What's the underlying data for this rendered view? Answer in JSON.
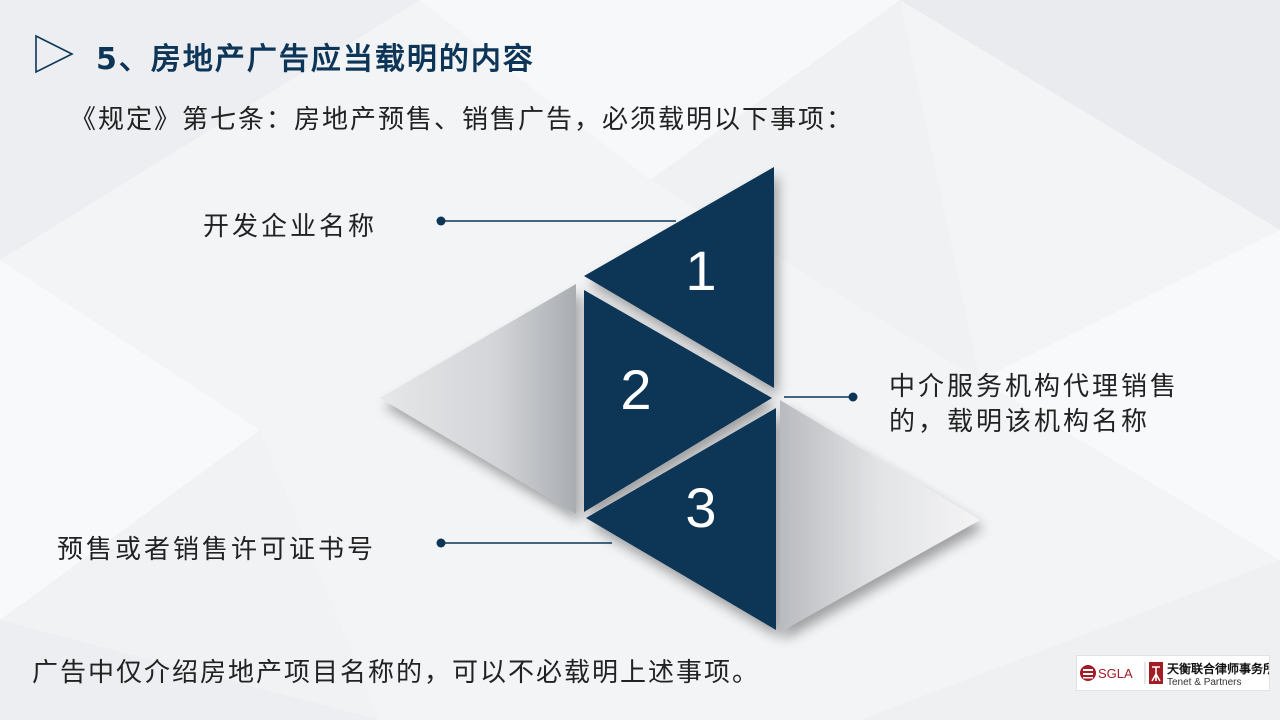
{
  "header": {
    "title": "5、房地产广告应当载明的内容",
    "subtitle": "《规定》第七条：房地产预售、销售广告，必须载明以下事项："
  },
  "diagram": {
    "items": [
      {
        "number": "1",
        "label": "开发企业名称"
      },
      {
        "number": "2",
        "label_line1": "中介服务机构代理销售",
        "label_line2": "的，载明该机构名称"
      },
      {
        "number": "3",
        "label": "预售或者销售许可证书号"
      }
    ],
    "colors": {
      "navy": "#0d3557",
      "silver": "#d9dadc"
    }
  },
  "footer": {
    "note": "广告中仅介绍房地产项目名称的，可以不必载明上述事项。",
    "logo_sgla": "SGLA",
    "firm_name_cn": "天衡联合律师事务所",
    "firm_name_en": "Tenet & Partners"
  }
}
